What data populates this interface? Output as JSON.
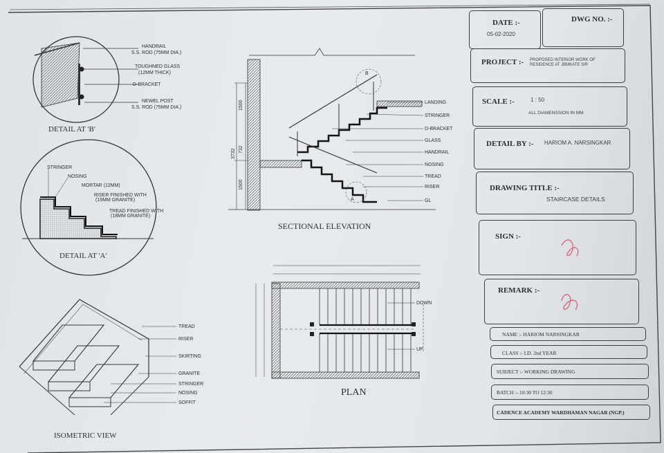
{
  "detail_b": {
    "title": "DETAIL AT 'B'",
    "labels": {
      "handrail": "HANDRAIL",
      "handrail_spec": "S.S. ROD (75MM DIA.)",
      "glass": "TOUGHNED GLASS",
      "glass_spec": "(12MM THICK)",
      "bracket": "D-BRACKET",
      "newel": "NEWEL POST",
      "newel_spec": "S.S. ROD (75MM DIA.)"
    }
  },
  "detail_a": {
    "title": "DETAIL AT 'A'",
    "labels": {
      "stringer": "STRINGER",
      "nosing": "NOSING",
      "mortar": "MORTAR (12MM)",
      "riser": "RISER FINISHED WITH",
      "riser_spec": "(15MM GRANITE)",
      "tread": "TREAD FINISHED WITH",
      "tread_spec": "(18MM GRANITE)"
    }
  },
  "section": {
    "title": "SECTIONAL ELEVATION",
    "labels": [
      "LANDING",
      "STRINGER",
      "D-BRACKET",
      "GLASS",
      "HANDRAIL",
      "NOSING",
      "TREAD",
      "RISER",
      "GL"
    ],
    "dims": [
      "1500",
      "732",
      "3732",
      "1500"
    ],
    "tags": [
      "A",
      "B"
    ]
  },
  "iso": {
    "title": "ISOMETRIC VIEW",
    "labels": [
      "TREAD",
      "RISER",
      "SKIRTING",
      "GRANITE",
      "STRINGER",
      "NOSING",
      "SOFFIT"
    ]
  },
  "plan": {
    "title": "PLAN",
    "down": "DOWN",
    "up": "UP"
  },
  "title_block": {
    "date_label": "DATE :-",
    "date_value": "05-02-2020",
    "dwg_label": "DWG NO. :-",
    "project_label": "PROJECT :-",
    "project_value": "PROPOSED INTERIOR WORK OF RESIDENCE AT JBMKATE SIR",
    "scale_label": "SCALE :-",
    "scale_value": "1 : 50",
    "scale_note": "ALL DIAMENSSION IN MM",
    "detail_label": "DETAIL BY :-",
    "detail_value": "HARIOM A. NARSINGKAR",
    "title_label": "DRAWING TITLE :-",
    "title_value": "STAIRCASE DETAILS",
    "sign_label": "SIGN :-",
    "remark_label": "REMARK :-",
    "name": "NAME :- HARIOM NARSINGKAR",
    "class": "CLASS :- I.D. 2nd YEAR",
    "subject": "SUBJECT :- WORKING DRAWING",
    "batch": "BATCH :- 10:30 TO 12:30",
    "school": "CADENCE ACADEMY WARDHAMAN NAGAR (NGP.)"
  },
  "colors": {
    "ink": "#2b2f36",
    "stamp": "#d9607a",
    "paper": "#e6e9ec"
  }
}
